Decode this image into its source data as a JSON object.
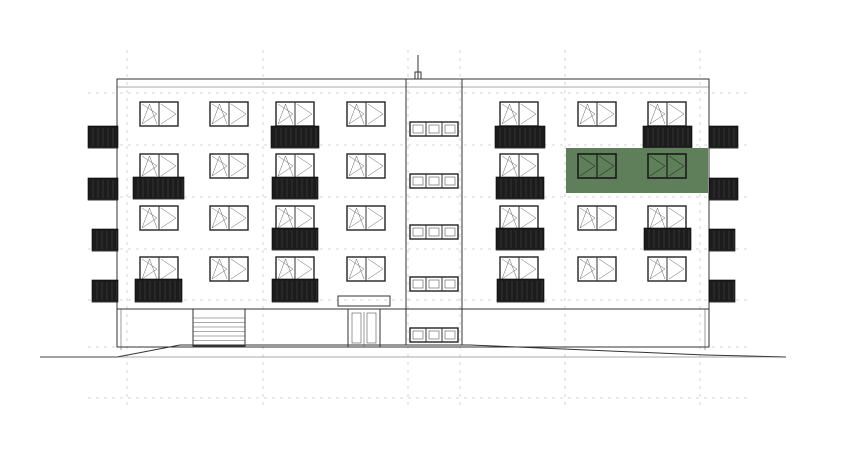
{
  "drawing": {
    "type": "building-elevation",
    "floors": 4,
    "window_bays_per_floor": 8,
    "stair_core_windows": 5,
    "entrance_door": "double-door",
    "highlight": {
      "color": "#5e7f5a",
      "floor": 2,
      "bays": [
        "bay-6",
        "bay-7"
      ]
    }
  },
  "colors": {
    "line": "#333333",
    "balcony": "#1c1c1c",
    "grid": "#c9c9c9",
    "highlight": "#5e7f5a"
  }
}
